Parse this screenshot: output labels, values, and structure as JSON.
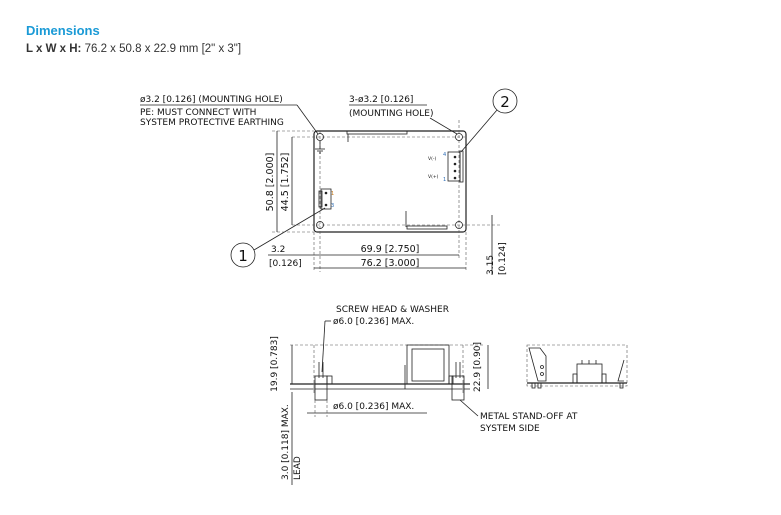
{
  "section": {
    "title": "Dimensions",
    "spec_label": "L x W x H:",
    "spec_value": "76.2 x 50.8 x 22.9 mm [2\" x 3\"]"
  },
  "top_view": {
    "hole_note": "ø3.2 [0.126] (MOUNTING HOLE)",
    "pe_line1": "PE: MUST CONNECT WITH",
    "pe_line2": "SYSTEM PROTECTIVE EARTHING",
    "holes_line1": "3-ø3.2 [0.126]",
    "holes_line2": "(MOUNTING HOLE)",
    "callout1": "1",
    "callout2": "2",
    "height_outer": "50.8 [2.000]",
    "height_inner": "44.5 [1.752]",
    "offset_mm": "3.2",
    "offset_in": "[0.126]",
    "hole_span": "69.9 [2.750]",
    "length": "76.2 [3.000]",
    "bottom_offset_mm": "3.15",
    "bottom_offset_in": "[0.124]",
    "vminus": "V(-)",
    "vplus": "V(+)",
    "pin4": "4",
    "pin1": "1",
    "pin1b": "1",
    "pin3": "3"
  },
  "side_view": {
    "screw_line1": "SCREW HEAD & WASHER",
    "screw_line2": "ø6.0 [0.236] MAX.",
    "height_board": "19.9 [0.783]",
    "height_total": "22.9 [0.90]",
    "standoff_dia": "ø6.0 [0.236] MAX.",
    "standoff_line1": "METAL STAND-OFF AT",
    "standoff_line2": "SYSTEM SIDE",
    "lead_len": "3.0 [0.118] MAX.",
    "lead": "LEAD"
  }
}
